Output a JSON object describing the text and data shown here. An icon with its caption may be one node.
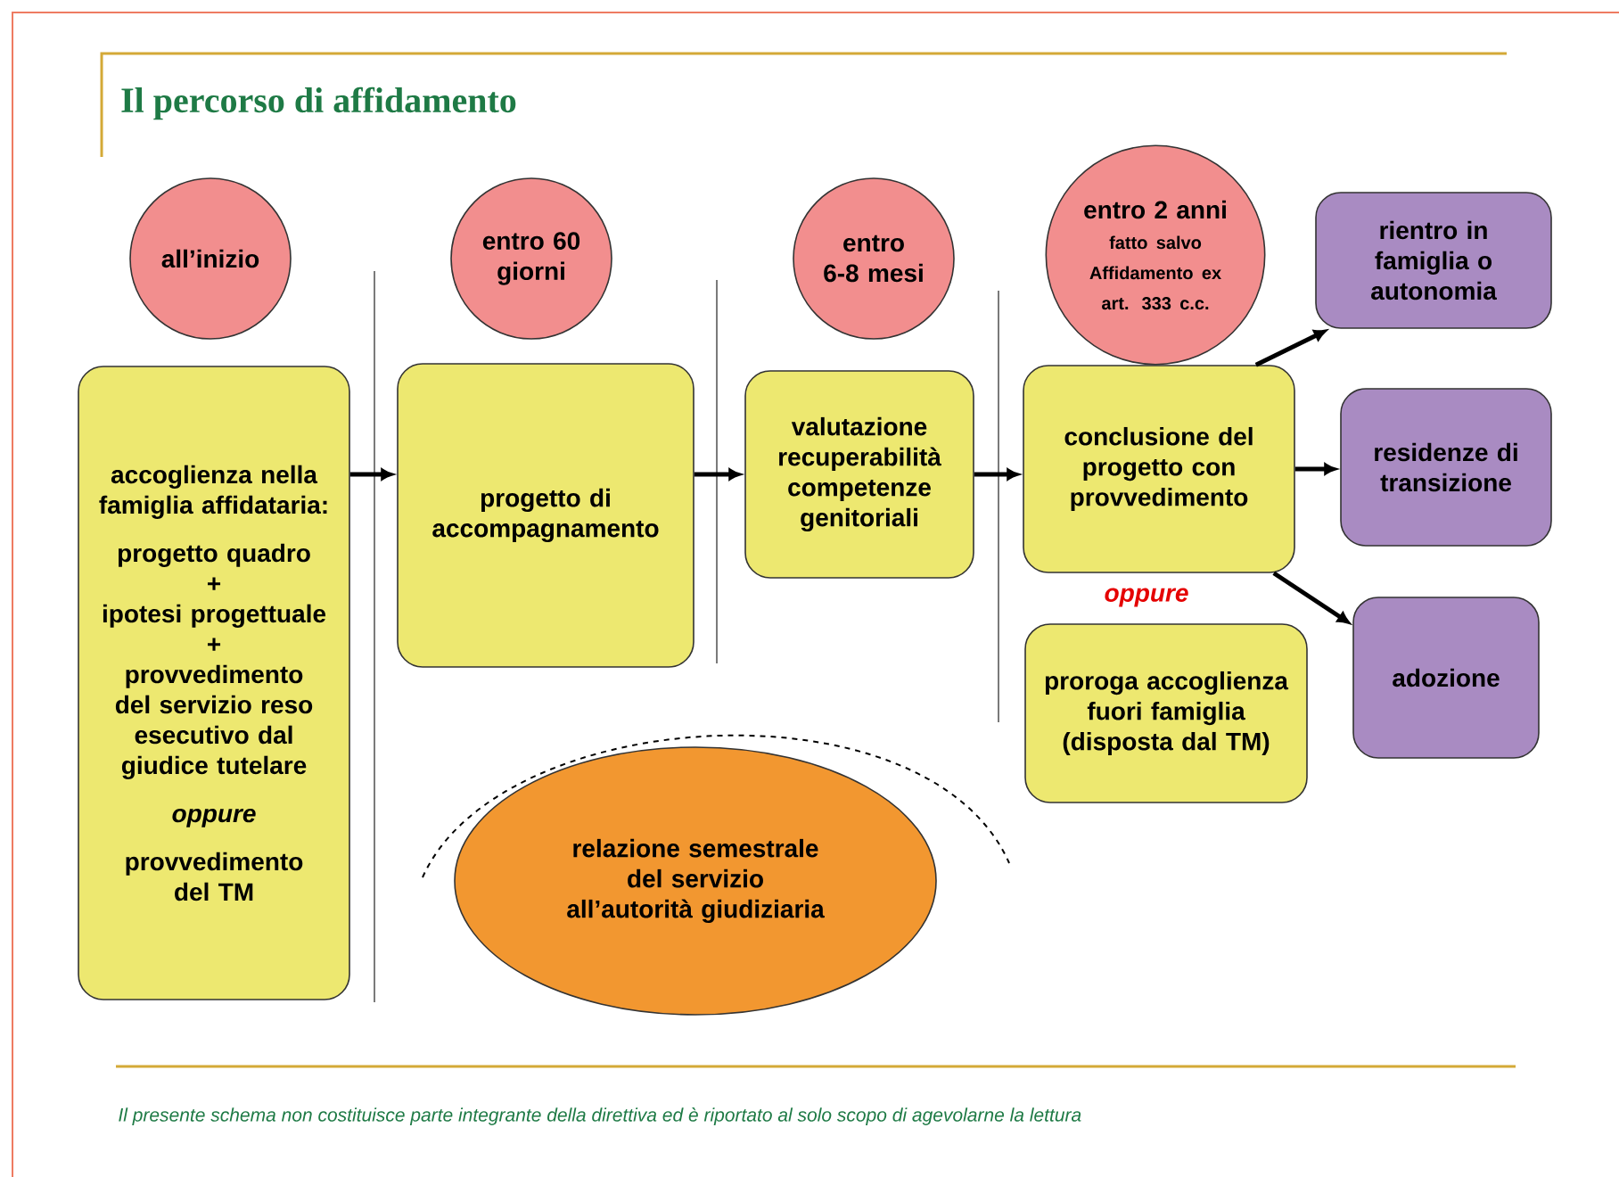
{
  "diagram": {
    "title": "Il percorso di affidamento",
    "nodes": [
      {
        "text": [
          "all’inizio"
        ]
      },
      {
        "text": [
          "entro 60 giorni"
        ]
      },
      {
        "text": [
          "entro 6-8 mesi"
        ]
      },
      {
        "text": [
          "entro 2 anni",
          "fatto salvo Affidamento ex art. 333 c.c."
        ]
      },
      {
        "text": [
          "accoglienza nella famiglia affidataria:",
          "progetto quadro",
          "+",
          "ipotesi progettuale",
          "+",
          "provvedimento del servizio reso esecutivo dal giudice tutelare",
          "oppure",
          "provvedimento del TM"
        ]
      },
      {
        "text": [
          "progetto di accompagnamento"
        ]
      },
      {
        "text": [
          "valutazione recuperabilità competenze genitoriali"
        ]
      },
      {
        "text": [
          "conclusione del progetto con provvedimento"
        ]
      },
      {
        "text": [
          "proroga accoglienza fuori famiglia (disposta dal TM)"
        ]
      },
      {
        "text": [
          "rientro in famiglia o autonomia"
        ]
      },
      {
        "text": [
          "residenze di transizione"
        ]
      },
      {
        "text": [
          "adozione"
        ]
      },
      {
        "text": [
          "relazione semestrale del servizio all’autorità giudiziaria"
        ]
      }
    ],
    "edges": [
      {
        "from": 4,
        "to": 5,
        "arrow": "to"
      },
      {
        "from": 5,
        "to": 6,
        "arrow": "to"
      },
      {
        "from": 6,
        "to": 7,
        "arrow": "to"
      },
      {
        "from": 7,
        "to": 9,
        "arrow": "to"
      },
      {
        "from": 7,
        "to": 10,
        "arrow": "to"
      },
      {
        "from": 7,
        "to": 11,
        "arrow": "to"
      }
    ],
    "labels": [
      "oppure",
      "Il presente schema non costituisce parte integrante della direttiva ed è riportato al solo scopo di agevolarne la lettura"
    ]
  }
}
